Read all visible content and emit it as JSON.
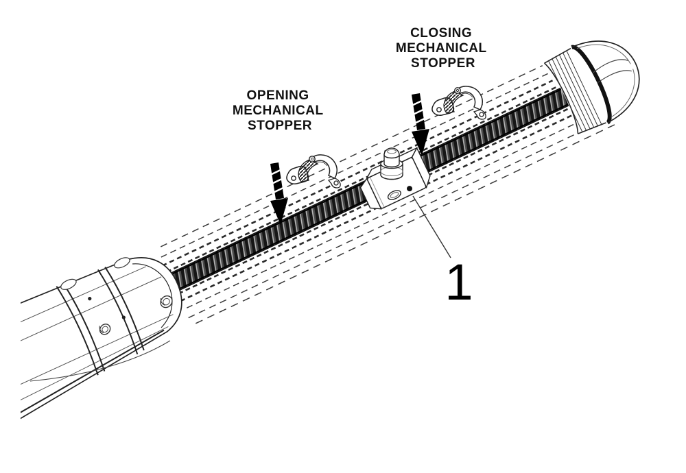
{
  "figure": {
    "type": "technical-illustration",
    "subject": "Linear screw actuator with opening and closing mechanical stoppers",
    "labels": {
      "closing": {
        "line1": "CLOSING",
        "line2": "MECHANICAL",
        "line3": "STOPPER"
      },
      "opening": {
        "line1": "OPENING",
        "line2": "MECHANICAL",
        "line3": "STOPPER"
      }
    },
    "callouts": {
      "carriage": "1"
    },
    "colors": {
      "ink": "#1a1a1a",
      "background": "#ffffff",
      "arrow_fill": "#000000"
    }
  }
}
